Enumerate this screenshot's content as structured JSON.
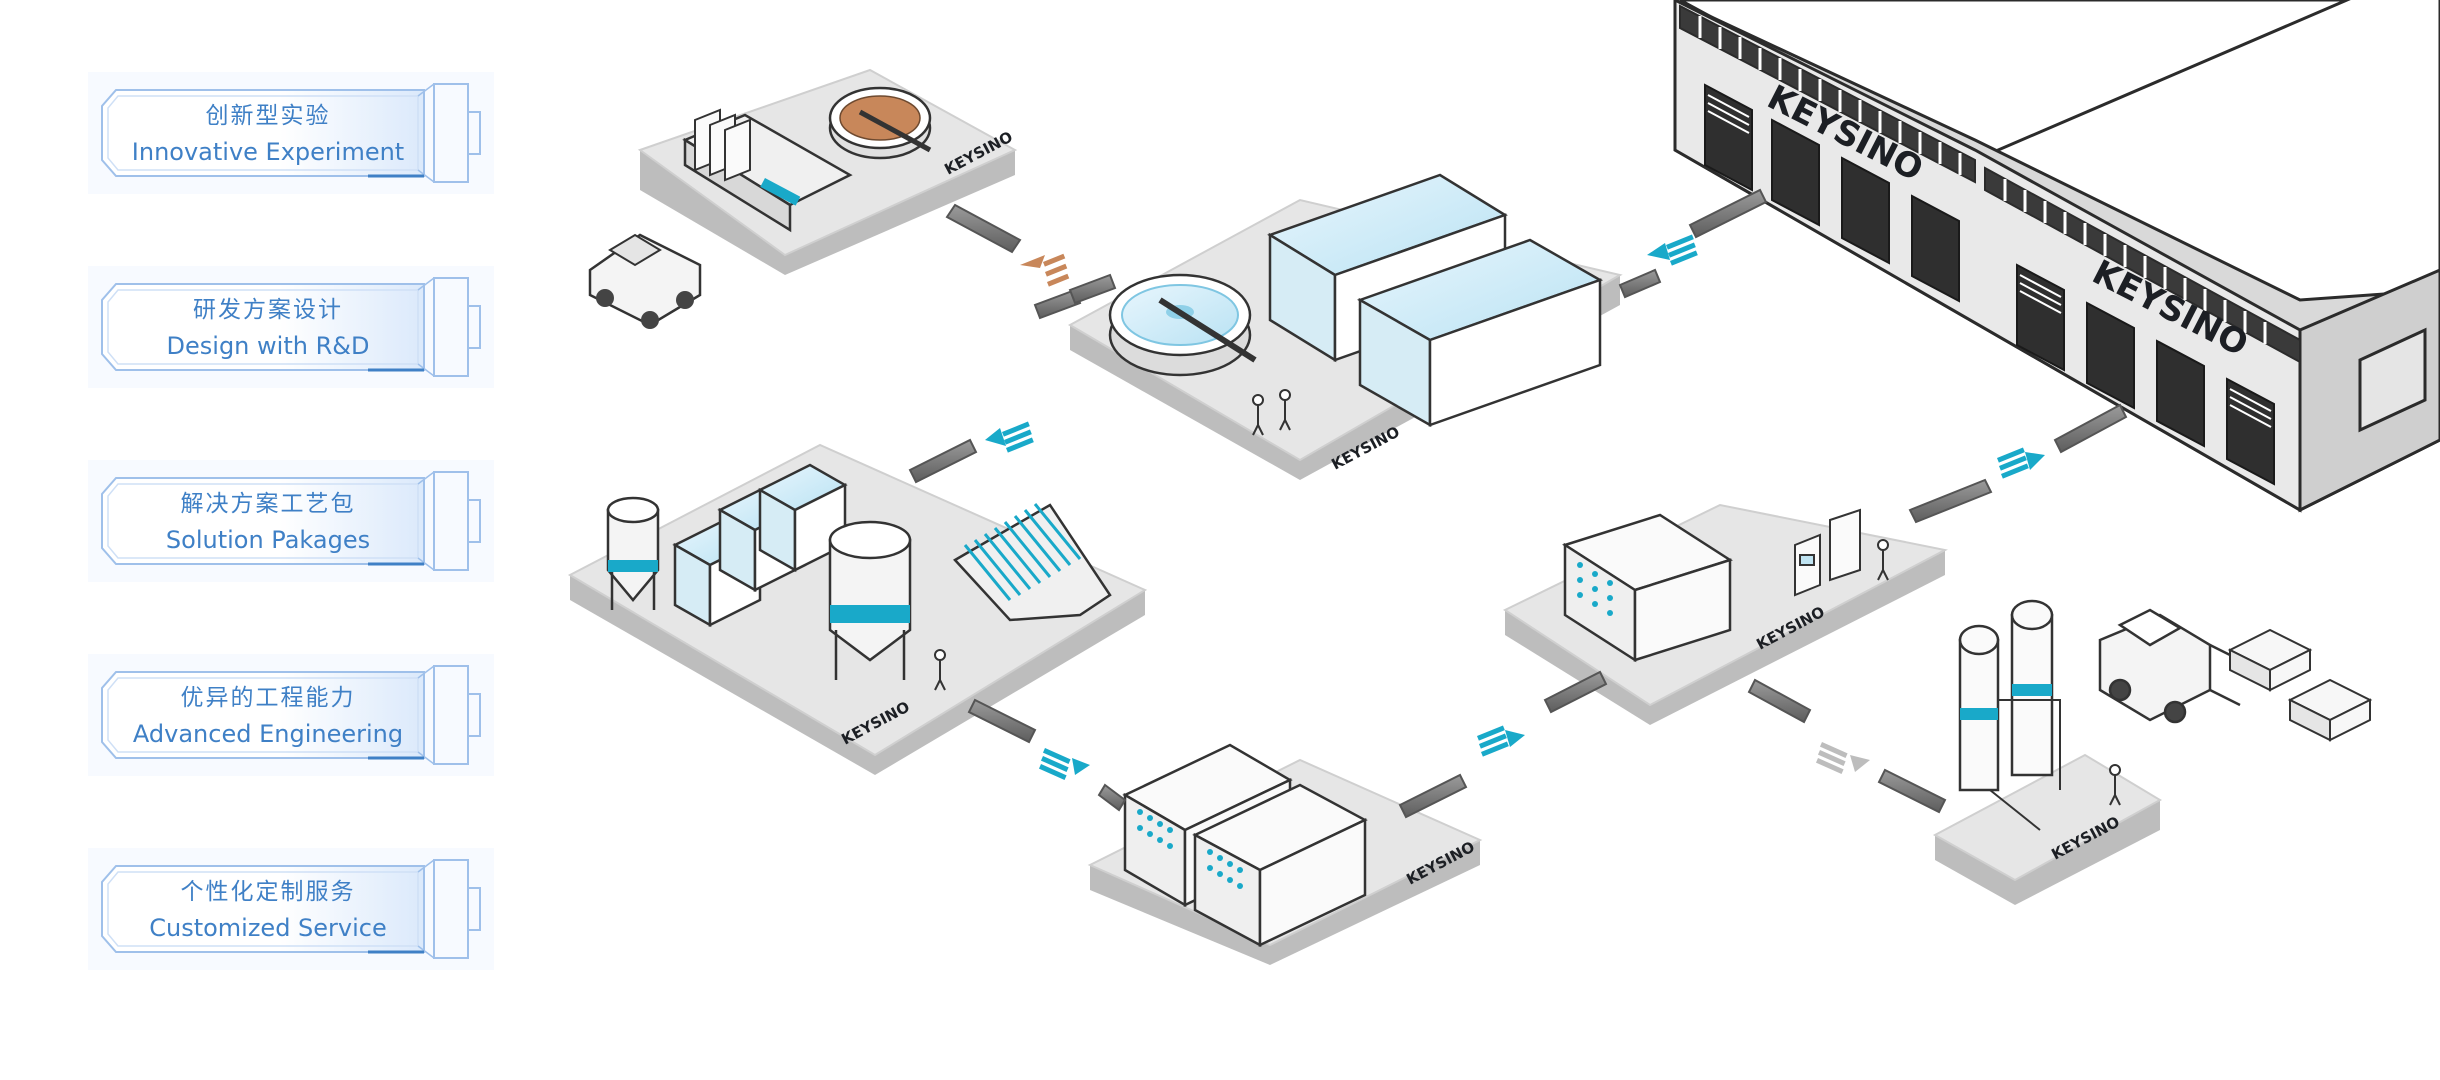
{
  "menu": {
    "items": [
      {
        "zh": "创新型实验",
        "en": "Innovative Experiment"
      },
      {
        "zh": "研发方案设计",
        "en": "Design with R&D"
      },
      {
        "zh": "解决方案工艺包",
        "en": "Solution Pakages"
      },
      {
        "zh": "优异的工程能力",
        "en": "Advanced Engineering"
      },
      {
        "zh": "个性化定制服务",
        "en": "Customized Service"
      }
    ]
  },
  "brand": {
    "logo": "KEYSINO"
  },
  "colors": {
    "accent": "#19a9c9",
    "sludge": "#c8875a",
    "menu_text": "#3f80c6",
    "platform": "#e6e6e6"
  },
  "icons": [
    "arrow-icon",
    "pipe-icon",
    "person-icon",
    "forklift-icon",
    "truck-icon"
  ]
}
